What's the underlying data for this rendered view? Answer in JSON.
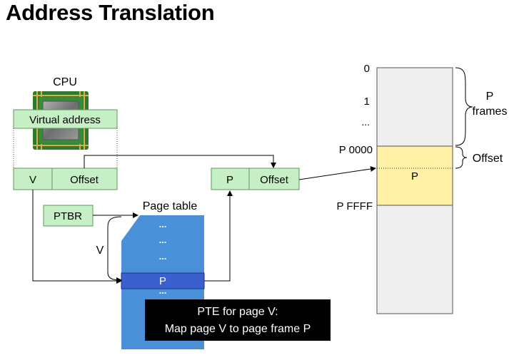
{
  "title": "Address Translation",
  "cpu": {
    "label": "CPU",
    "virtual_address_label": "Virtual address",
    "icon": "cpu-chip-icon"
  },
  "virtual_address": {
    "page_label": "V",
    "offset_label": "Offset"
  },
  "physical_address": {
    "frame_label": "P",
    "offset_label": "Offset"
  },
  "ptbr_label": "PTBR",
  "page_table": {
    "label": "Page table",
    "ellipsis": "...",
    "entry_label": "P",
    "index_label": "V"
  },
  "pte_note": {
    "line1": "PTE for page V:",
    "line2": "Map page V to page frame P"
  },
  "memory": {
    "addr_0": "0",
    "addr_1": "1",
    "addr_ellipsis": "...",
    "addr_p_start": "P 0000",
    "addr_p_end": "P FFFF",
    "frame_label": "P",
    "frames_brace_line1": "P",
    "frames_brace_line2": "frames",
    "offset_brace": "Offset"
  },
  "colors": {
    "green_box": "#c6efc6",
    "green_border": "#5a9a5a",
    "page_table_blue": "#4a90d9",
    "pte_row_blue": "#3c5fcf",
    "frame_yellow": "#fff0a6",
    "memory_gray": "#efefef",
    "note_bg": "#000000"
  }
}
